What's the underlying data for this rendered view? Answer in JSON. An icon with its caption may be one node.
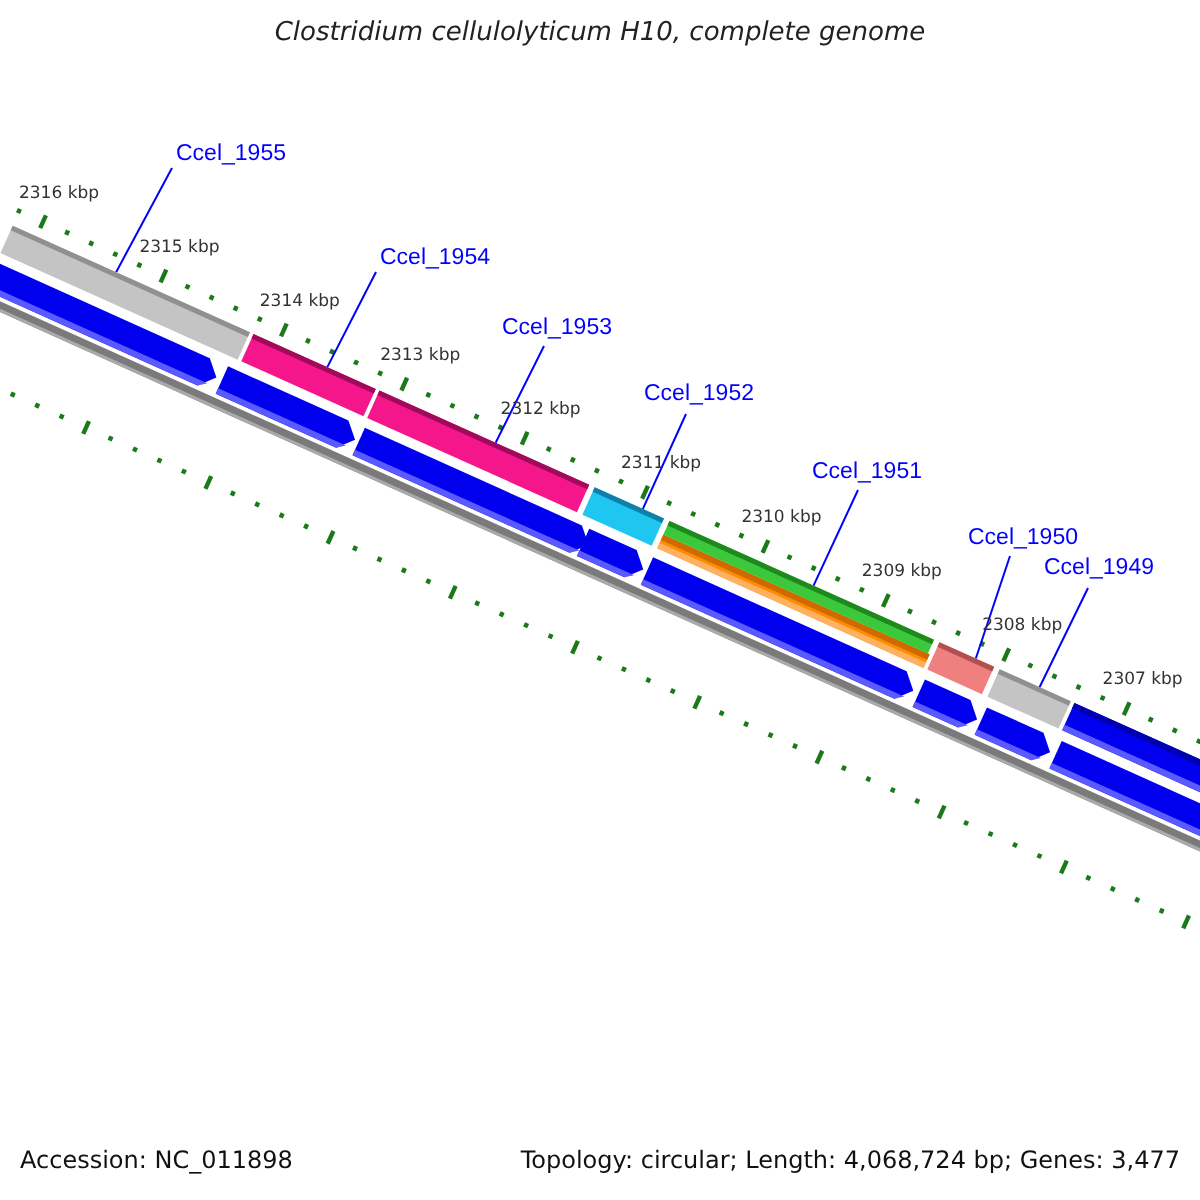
{
  "diagram": {
    "title": "Clostridium cellulolyticum H10, complete genome",
    "nodes": [
      {
        "text": [
          "Ccel_1955"
        ]
      },
      {
        "text": [],
        "shape": "bar"
      },
      {
        "text": [
          "Ccel_1954"
        ]
      },
      {
        "text": [],
        "shape": "bar"
      },
      {
        "text": [
          "Ccel_1953"
        ]
      },
      {
        "text": [],
        "shape": "bar"
      },
      {
        "text": [
          "Ccel_1952"
        ]
      },
      {
        "text": [],
        "shape": "bar"
      },
      {
        "text": [
          "Ccel_1951"
        ]
      },
      {
        "text": [],
        "shape": "bar"
      },
      {
        "text": [
          "Ccel_1950"
        ]
      },
      {
        "text": [],
        "shape": "bar"
      },
      {
        "text": [
          "Ccel_1949"
        ]
      },
      {
        "text": [],
        "shape": "bar"
      }
    ],
    "edges": [
      {
        "from": 0,
        "to": 1,
        "arrow": "none"
      },
      {
        "from": 2,
        "to": 3,
        "arrow": "none"
      },
      {
        "from": 4,
        "to": 5,
        "arrow": "none"
      },
      {
        "from": 6,
        "to": 7,
        "arrow": "none"
      },
      {
        "from": 8,
        "to": 9,
        "arrow": "none"
      },
      {
        "from": 10,
        "to": 11,
        "arrow": "none"
      },
      {
        "from": 12,
        "to": 13,
        "arrow": "none"
      }
    ],
    "labels": [
      "2316 kbp",
      "2315 kbp",
      "2314 kbp",
      "2313 kbp",
      "2312 kbp",
      "2311 kbp",
      "2310 kbp",
      "2309 kbp",
      "2308 kbp",
      "2307 kbp",
      "Accession: NC_011898",
      "Topology: circular; Length: 4,068,724 bp; Genes: 3,477"
    ]
  }
}
